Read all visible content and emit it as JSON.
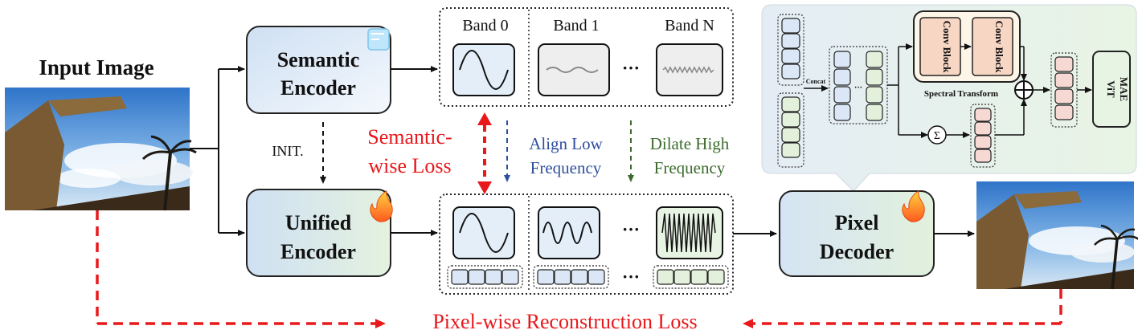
{
  "input": {
    "label": "Input Image"
  },
  "semantic_encoder": {
    "line1": "Semantic",
    "line2": "Encoder"
  },
  "unified_encoder": {
    "line1": "Unified",
    "line2": "Encoder"
  },
  "pixel_decoder": {
    "line1": "Pixel",
    "line2": "Decoder"
  },
  "init_label": "INIT.",
  "semantic_loss": {
    "line1": "Semantic-",
    "line2": "wise Loss"
  },
  "align_low": {
    "line1": "Align Low",
    "line2": "Frequency"
  },
  "dilate_high": {
    "line1": "Dilate High",
    "line2": "Frequency"
  },
  "bands": {
    "b0": "Band 0",
    "b1": "Band 1",
    "bn": "Band N"
  },
  "ellipsis": "···",
  "pixel_loss": "Pixel-wise Reconstruction Loss",
  "detail": {
    "concat": "Concat",
    "conv1": "Conv Block",
    "conv2": "Conv Block",
    "spectral": "Spectral Transform",
    "sigma": "Σ",
    "vit": "ViT",
    "mae": "MAE"
  },
  "colors": {
    "red": "#e8181b",
    "blue": "#2e4f9e",
    "green": "#3b6b2c",
    "box_fill_blue": "#e3eef9",
    "box_fill_green": "#e7f3e3",
    "conv_fill": "#f8d6c4",
    "token_blue": "#dbe7f6",
    "token_green": "#e3f1dc",
    "token_pink": "#f7d9d4"
  }
}
